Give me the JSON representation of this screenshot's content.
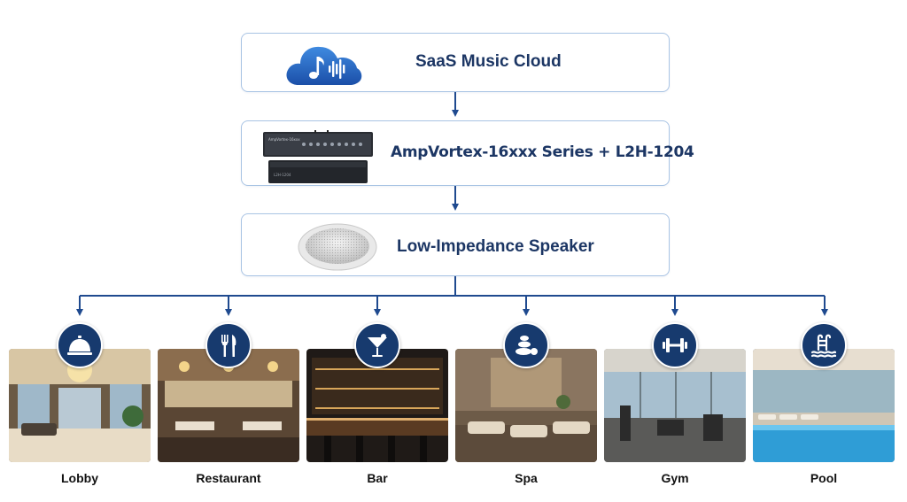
{
  "top": {
    "cloud_title": "SaaS Music Cloud",
    "amp_title": "AmpVortex-16xxx Series + L2H-1204",
    "speaker_title": "Low-Impedance Speaker"
  },
  "device_labels": {
    "amp_top": "AmpVortex-16xxx",
    "amp_bottom": "L2H-1204"
  },
  "colors": {
    "navy": "#173a6e",
    "title": "#1c3664",
    "line": "#1f4a8f",
    "box_border": "#a9c4e4"
  },
  "venues": [
    {
      "label": "Lobby",
      "icon": "service-bell-icon"
    },
    {
      "label": "Restaurant",
      "icon": "fork-knife-icon"
    },
    {
      "label": "Bar",
      "icon": "cocktail-glass-icon"
    },
    {
      "label": "Spa",
      "icon": "spa-stones-icon"
    },
    {
      "label": "Gym",
      "icon": "dumbbell-icon"
    },
    {
      "label": "Pool",
      "icon": "pool-ladder-icon"
    }
  ]
}
